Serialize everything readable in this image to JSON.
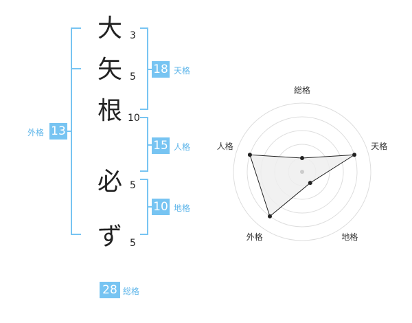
{
  "name": {
    "characters": [
      {
        "char": "大",
        "strokes": "3"
      },
      {
        "char": "矢",
        "strokes": "5"
      },
      {
        "char": "根",
        "strokes": "10"
      },
      {
        "char": "必",
        "strokes": "5"
      },
      {
        "char": "ず",
        "strokes": "5"
      }
    ]
  },
  "fortunes": {
    "tenkaku": {
      "value": "18",
      "label": "天格"
    },
    "jinkaku": {
      "value": "15",
      "label": "人格"
    },
    "chikaku": {
      "value": "10",
      "label": "地格"
    },
    "gaikaku": {
      "value": "13",
      "label": "外格"
    },
    "soukaku": {
      "value": "28",
      "label": "総格"
    }
  },
  "radar": {
    "axes": [
      "総格",
      "天格",
      "地格",
      "外格",
      "人格"
    ],
    "values": [
      0.2,
      0.8,
      0.2,
      0.8,
      0.8
    ],
    "colors": {
      "fill": "#eeeeee",
      "stroke": "#222222",
      "grid": "#dddddd",
      "accent": "#77c4f2"
    }
  }
}
